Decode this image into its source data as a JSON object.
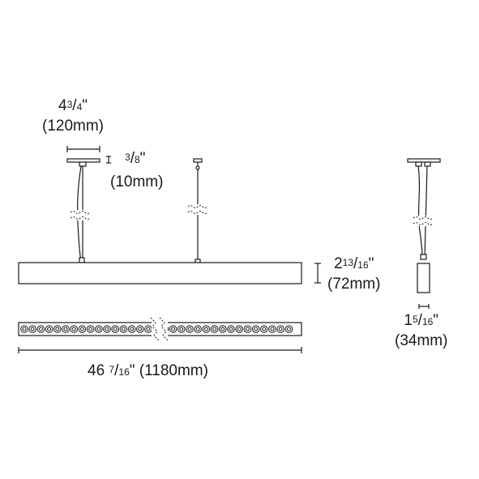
{
  "dimensions": {
    "canopy_width": {
      "whole": "4",
      "num": "3",
      "den": "4",
      "unit_mark": "\"",
      "metric": "(120mm)"
    },
    "canopy_height": {
      "num": "3",
      "den": "8",
      "unit_mark": "\"",
      "metric": "(10mm)"
    },
    "fixture_height": {
      "whole": "2",
      "num": "13",
      "den": "16",
      "unit_mark": "\"",
      "metric": "(72mm)"
    },
    "fixture_width": {
      "whole": "1",
      "num": "5",
      "den": "16",
      "unit_mark": "\"",
      "metric": "(34mm)"
    },
    "fixture_length": {
      "whole": "46",
      "num": "7",
      "den": "16",
      "unit_mark": "\"",
      "metric": "(1180mm)"
    }
  },
  "colors": {
    "line": "#1a1a1a",
    "background": "#ffffff"
  }
}
